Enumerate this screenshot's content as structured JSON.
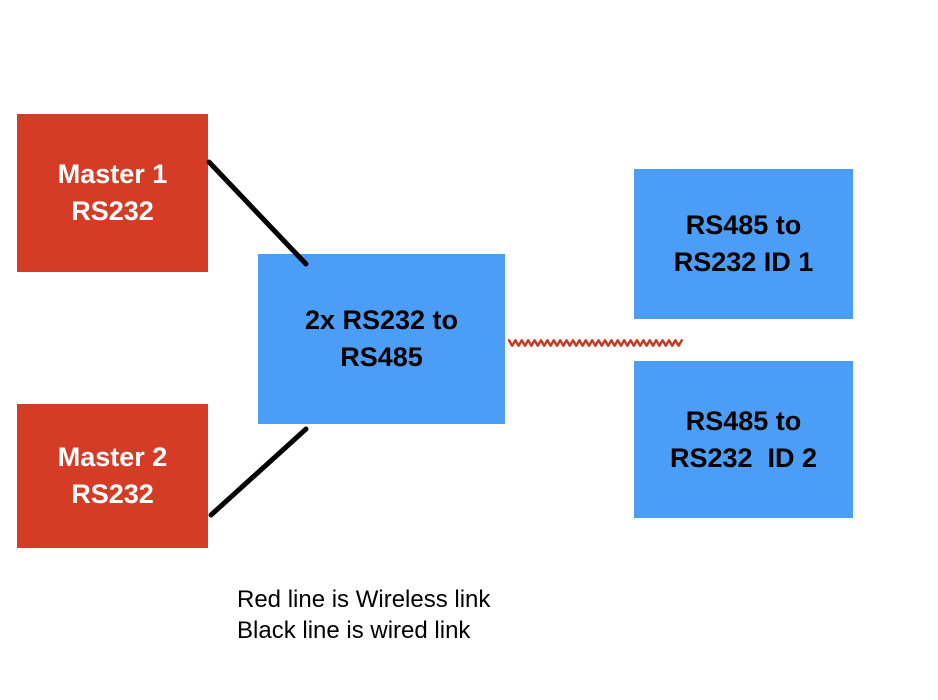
{
  "nodes": {
    "master1": {
      "line1": "Master 1",
      "line2": "RS232"
    },
    "master2": {
      "line1": "Master 2",
      "line2": "RS232"
    },
    "converter": {
      "line1": "2x RS232 to",
      "line2": "RS485"
    },
    "remote1": {
      "line1": "RS485 to",
      "line2": "RS232 ID 1"
    },
    "remote2": {
      "line1": "RS485 to",
      "line2": "RS232  ID 2"
    }
  },
  "connections": [
    {
      "from": "master1",
      "to": "converter",
      "type": "wired",
      "style": "black solid line"
    },
    {
      "from": "master2",
      "to": "converter",
      "type": "wired",
      "style": "black solid line"
    },
    {
      "from": "converter",
      "to": "remote1 / remote2",
      "type": "wireless",
      "style": "red squiggle line"
    }
  ],
  "legend": {
    "line1": "Red line is Wireless link",
    "line2": "Black line is wired link"
  },
  "colors": {
    "background": "#ffffff",
    "master_fill": "#d43c26",
    "converter_fill": "#4b9df6",
    "master_text": "#ffffff",
    "blue_box_text": "#000000",
    "wired_link": "#000000",
    "wireless_link": "#c93a25",
    "legend_text": "#000000"
  }
}
